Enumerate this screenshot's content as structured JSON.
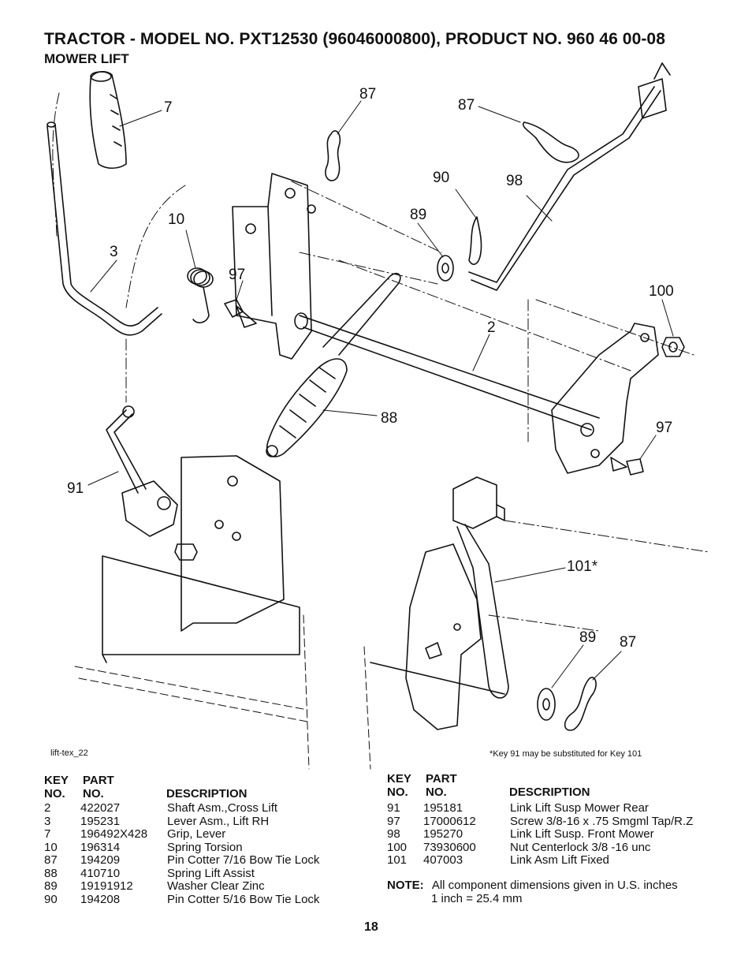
{
  "header": {
    "title": "TRACTOR - MODEL NO. PXT12530  (96046000800), PRODUCT NO. 960 46 00-08",
    "subtitle": "MOWER LIFT"
  },
  "diagram": {
    "file_label": "lift-tex_22",
    "footnote": "*Key 91 may be substituted for Key 101",
    "callouts": {
      "c7": "7",
      "c87a": "87",
      "c87b": "87",
      "c90": "90",
      "c98": "98",
      "c10": "10",
      "c89a": "89",
      "c3": "3",
      "c97a": "97",
      "c100": "100",
      "c2": "2",
      "c88": "88",
      "c97b": "97",
      "c91": "91",
      "c101": "101*",
      "c89b": "89",
      "c87c": "87"
    }
  },
  "parts_header": {
    "key_line1": "KEY",
    "part_line1": "PART",
    "key_line2": "NO.",
    "part_line2": "NO.",
    "description": "DESCRIPTION"
  },
  "parts_left": [
    {
      "key": "2",
      "part": "422027",
      "desc": "Shaft Asm.,Cross Lift"
    },
    {
      "key": "3",
      "part": "195231",
      "desc": "Lever Asm., Lift RH"
    },
    {
      "key": "7",
      "part": "196492X428",
      "desc": "Grip, Lever"
    },
    {
      "key": "10",
      "part": "196314",
      "desc": "Spring Torsion"
    },
    {
      "key": "87",
      "part": "194209",
      "desc": "Pin Cotter 7/16 Bow Tie Lock"
    },
    {
      "key": "88",
      "part": "410710",
      "desc": "Spring Lift Assist"
    },
    {
      "key": "89",
      "part": "19191912",
      "desc": "Washer Clear Zinc"
    },
    {
      "key": "90",
      "part": "194208",
      "desc": "Pin Cotter 5/16 Bow Tie Lock"
    }
  ],
  "parts_right": [
    {
      "key": "91",
      "part": "195181",
      "desc": "Link Lift Susp Mower Rear"
    },
    {
      "key": "97",
      "part": "17000612",
      "desc": "Screw 3/8-16 x .75 Smgml Tap/R.Z"
    },
    {
      "key": "98",
      "part": "195270",
      "desc": "Link Lift Susp. Front Mower"
    },
    {
      "key": "100",
      "part": "73930600",
      "desc": "Nut Centerlock 3/8 -16 unc"
    },
    {
      "key": "101",
      "part": "407003",
      "desc": "Link Asm Lift Fixed"
    }
  ],
  "note": {
    "label": "NOTE:",
    "line1": "All component dimensions given in U.S. inches",
    "line2": "1 inch = 25.4 mm"
  },
  "page_number": "18"
}
